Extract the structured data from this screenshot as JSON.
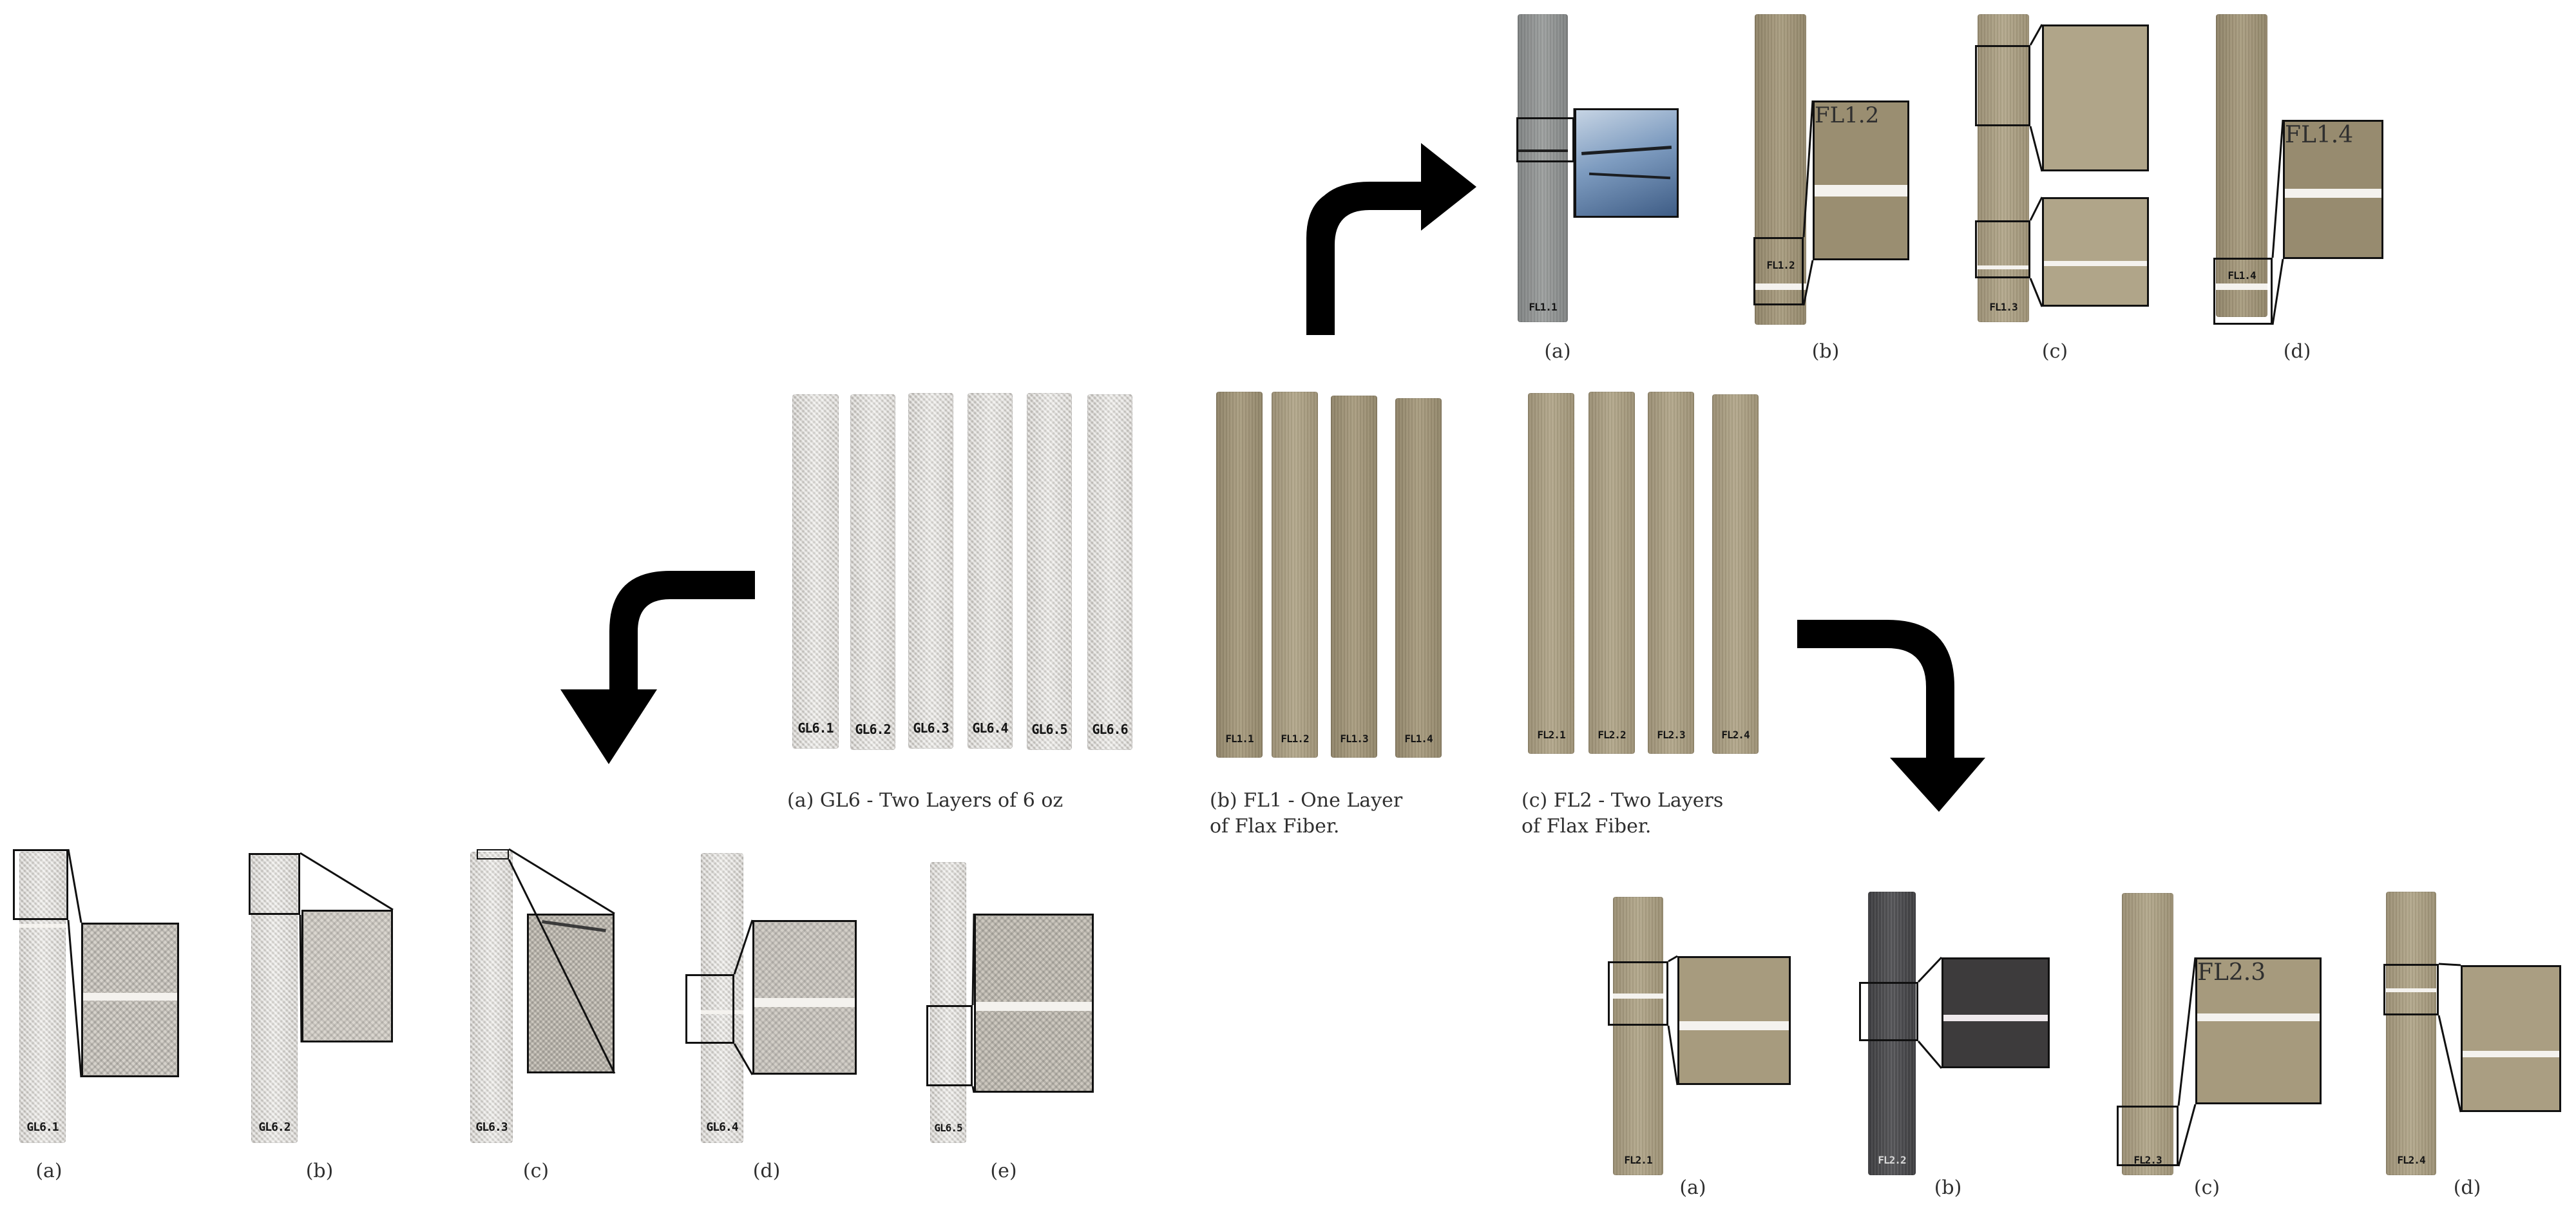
{
  "center": {
    "gl6_strip_labels": [
      "GL6.1",
      "GL6.2",
      "GL6.3",
      "GL6.4",
      "GL6.5",
      "GL6.6"
    ],
    "fl1_strip_labels": [
      "FL1.1",
      "FL1.2",
      "FL1.3",
      "FL1.4"
    ],
    "fl2_strip_labels": [
      "FL2.1",
      "FL2.2",
      "FL2.3",
      "FL2.4"
    ],
    "captions": {
      "gl6": "(a) GL6 - Two Layers of 6 oz",
      "fl1_line1": "(b) FL1 - One Layer",
      "fl1_line2": "of Flax Fiber.",
      "fl2_line1": "(c) FL2 - Two Layers",
      "fl2_line2": "of Flax Fiber."
    }
  },
  "top_group": {
    "strip_labels": [
      "FL1.1",
      "FL1.2",
      "FL1.3",
      "FL1.4"
    ],
    "zoom_labels": [
      "FL1.2",
      "FL1.4"
    ],
    "sub_captions": [
      "(a)",
      "(b)",
      "(c)",
      "(d)"
    ]
  },
  "left_group": {
    "strip_labels": [
      "GL6.1",
      "GL6.2",
      "GL6.3",
      "GL6.4",
      "GL6.5"
    ],
    "sub_captions": [
      "(a)",
      "(b)",
      "(c)",
      "(d)",
      "(e)"
    ]
  },
  "right_group": {
    "strip_labels": [
      "FL2.1",
      "FL2.2",
      "FL2.3",
      "FL2.4"
    ],
    "zoom_labels": [
      "FL2.3"
    ],
    "sub_captions": [
      "(a)",
      "(b)",
      "(c)",
      "(d)"
    ]
  },
  "colors": {
    "arrow": "#000000",
    "caption_text": "#2f2f2f",
    "glass_fiber": "#dcdad6",
    "flax_fiber": "#9c8f72"
  }
}
